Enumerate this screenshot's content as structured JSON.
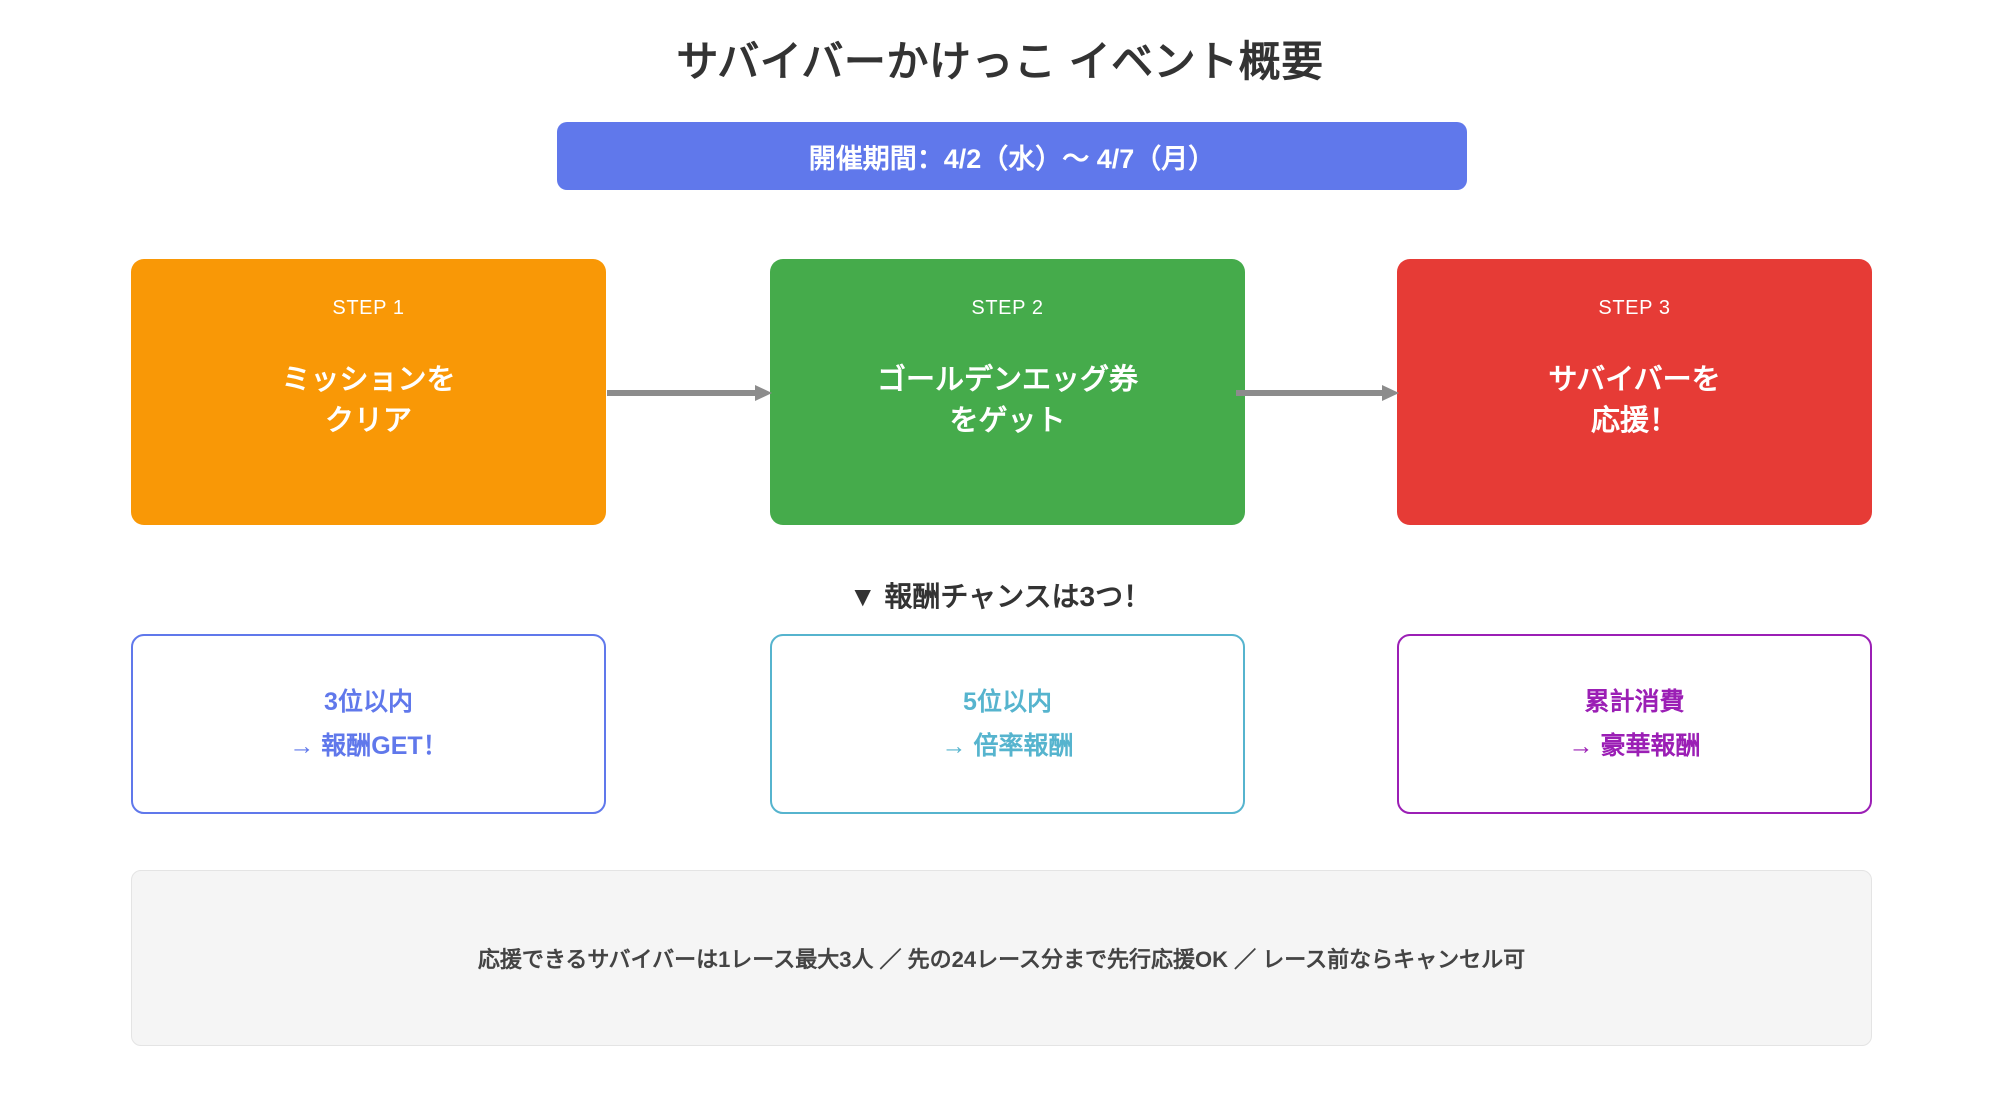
{
  "page": {
    "title": "サバイバーかけっこ イベント概要",
    "background_color": "#ffffff"
  },
  "period_banner": {
    "text": "開催期間：4/2（水）〜 4/7（月）",
    "background_color": "#6078eb",
    "text_color": "#ffffff"
  },
  "steps": [
    {
      "label": "STEP 1",
      "line1": "ミッションを",
      "line2": "クリア",
      "color": "#f99806"
    },
    {
      "label": "STEP 2",
      "line1": "ゴールデンエッグ券",
      "line2": "をゲット",
      "color": "#45ab4b"
    },
    {
      "label": "STEP 3",
      "line1": "サバイバーを",
      "line2": "応援！",
      "color": "#e63b36"
    }
  ],
  "connectors": {
    "color": "#8c8c8c",
    "count": 2
  },
  "reward_heading": {
    "text": "▼ 報酬チャンスは3つ！",
    "text_color": "#333333"
  },
  "reward_cards": [
    {
      "line1": "3位以内",
      "line2": "→ 報酬GET！",
      "color": "#6078eb"
    },
    {
      "line1": "5位以内",
      "line2": "→ 倍率報酬",
      "color": "#56b4ce"
    },
    {
      "line1": "累計消費",
      "line2": "→ 豪華報酬",
      "color": "#9b1fb5"
    }
  ],
  "footer_note": {
    "text": "応援できるサバイバーは1レース最大3人 ／ 先の24レース分まで先行応援OK ／ レース前ならキャンセル可",
    "background_color": "#f5f5f5",
    "border_color": "#e4e4e4",
    "text_color": "#444444"
  }
}
